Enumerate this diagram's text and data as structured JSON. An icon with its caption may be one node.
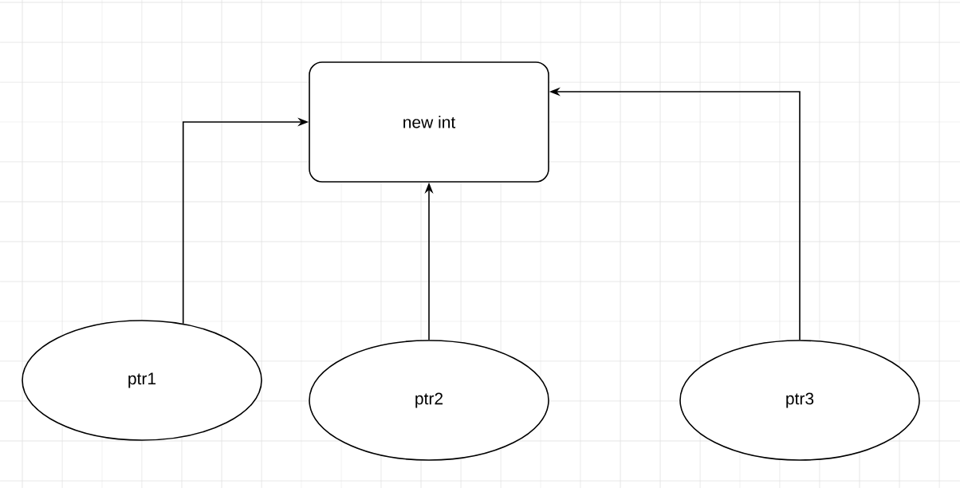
{
  "diagram": {
    "nodes": [
      {
        "text": [
          "new int"
        ]
      },
      {
        "text": [
          "ptr1"
        ]
      },
      {
        "text": [
          "ptr2"
        ]
      },
      {
        "text": [
          "ptr3"
        ]
      }
    ],
    "edges": [
      {
        "from": 1,
        "to": 0,
        "arrow": "to"
      },
      {
        "from": 2,
        "to": 0,
        "arrow": "to"
      },
      {
        "from": 3,
        "to": 0,
        "arrow": "to"
      }
    ]
  }
}
